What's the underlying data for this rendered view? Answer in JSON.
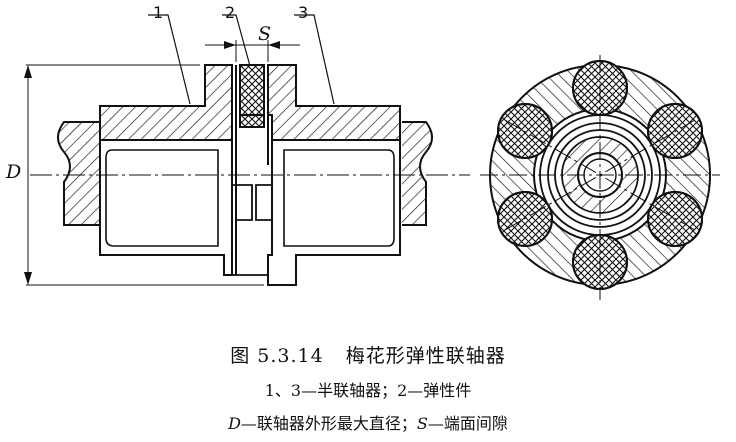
{
  "labels": {
    "part1": "1",
    "part2": "2",
    "part3": "3",
    "gap": "S",
    "diameter": "D"
  },
  "caption": {
    "figure_number": "图 5.3.14",
    "title": "梅花形弹性联轴器",
    "parts_line": "1、3—半联轴器；2—弹性件",
    "legend_D_symbol": "D",
    "legend_D_text": "—联轴器外形最大直径；",
    "legend_S_symbol": "S",
    "legend_S_text": "—端面间隙"
  }
}
